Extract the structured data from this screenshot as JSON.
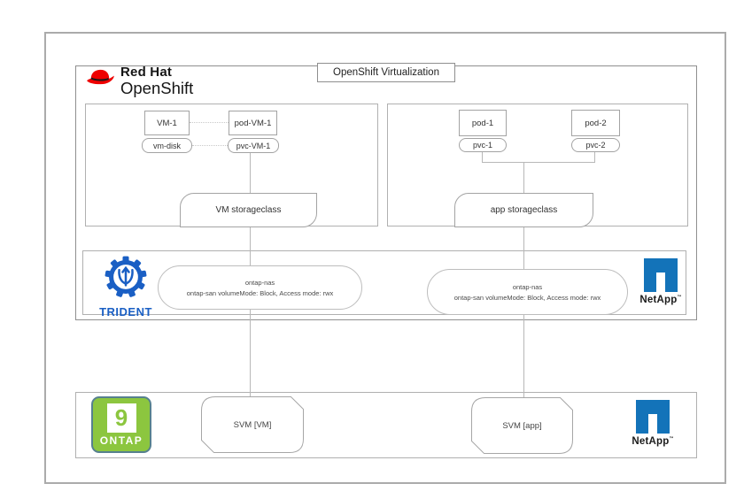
{
  "header": {
    "redhat_logo": {
      "icon": "redhat-fedora-icon",
      "line1": "Red Hat",
      "line2": "OpenShift"
    },
    "virtualization_label": "OpenShift Virtualization"
  },
  "vm_panel": {
    "vm": "VM-1",
    "pod": "pod-VM-1",
    "vm_disk": "vm-disk",
    "pvc": "pvc-VM-1",
    "storageclass": "VM storageclass"
  },
  "app_panel": {
    "pod1": "pod-1",
    "pvc1": "pvc-1",
    "pod2": "pod-2",
    "pvc2": "pvc-2",
    "storageclass": "app storageclass"
  },
  "trident_layer": {
    "icon": "trident-gear-icon",
    "name": "TRIDENT",
    "backend_vm": {
      "line1": "ontap-nas",
      "line2": "ontap-san volumeMode: Block, Access mode: rwx"
    },
    "backend_app": {
      "line1": "ontap-nas",
      "line2": "ontap-san volumeMode: Block, Access mode: rwx"
    },
    "netapp": {
      "icon": "netapp-n-icon",
      "wordmark": "NetApp",
      "trademark": "™"
    }
  },
  "ontap_layer": {
    "ontap_logo": {
      "icon": "ontap-9-icon",
      "number": "9",
      "label": "ONTAP"
    },
    "svm_vm": "SVM [VM]",
    "svm_app": "SVM [app]",
    "netapp": {
      "icon": "netapp-n-icon",
      "wordmark": "NetApp",
      "trademark": "™"
    }
  },
  "colors": {
    "trident_blue": "#1a5fc4",
    "netapp_blue": "#1373b9",
    "redhat_red": "#ee0000",
    "ontap_green": "#8cc63f"
  }
}
